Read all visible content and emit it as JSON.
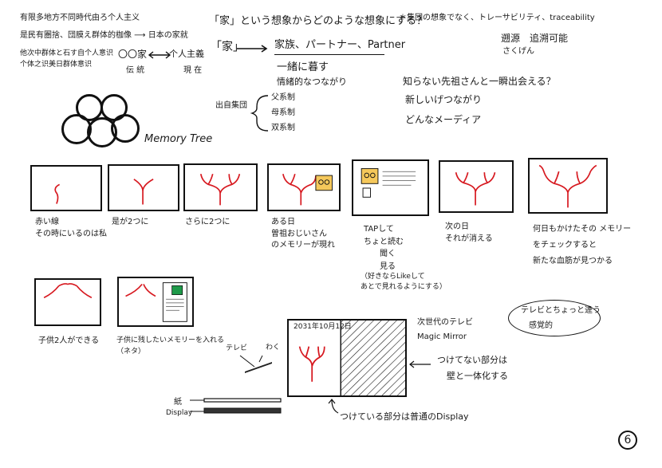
{
  "page_number": "6",
  "notes": {
    "left": [
      "有限多地方不同時代由ろ个人主义",
      "是民有圏捨、団膜え群体的枷像 ⟶ 日本の家就",
      "他次中群体と石す自个人意识",
      "个体之识美日群体意识"
    ],
    "family_scale": {
      "left_label": "〇〇家",
      "right_label": "个人主義",
      "bottom_left": "伝 統",
      "bottom_right": "現 在"
    },
    "question": "「家」という想象からどのような想象にする？",
    "ie_box": "「家」",
    "ie_result": "家族、パートナー、Partner",
    "ie_sub1": "一緒に暮す",
    "ie_sub2": "情緒的なつながり",
    "kinship": {
      "root": "出自集団",
      "items": [
        "父系制",
        "母系制",
        "双系制"
      ]
    },
    "right_top": "＊集団の想象でなく、トレーサビリティ、traceability",
    "right_top2": "遡源　追溯可能",
    "right_top3": "さくげん",
    "bullets": [
      "知らない先祖さんと一瞬出会える？",
      "新しいげつながり",
      "どんなメーディア"
    ]
  },
  "memory_tree_title": "Memory Tree",
  "panels": [
    {
      "caption": "赤い線\nその時にいるのは私"
    },
    {
      "caption": "是が2つに"
    },
    {
      "caption": "さらに2つに"
    },
    {
      "caption": "ある日\n曽祖おじいさん\nのメモリーが現れ",
      "label": "おじいさん"
    },
    {
      "caption": "TAPして\nちょと読む\n　　聞く\n　　見る"
    },
    {
      "caption": "次の日\nそれが消える"
    },
    {
      "caption": "何日もかけたその メモリー\nをチェックすると\n新たな血筋が見つかる"
    },
    {
      "caption": "子供2人ができる"
    },
    {
      "caption": "子供に残したいメモリーを入れる\n（ネタ）"
    }
  ],
  "bracket_note": "（好きならLikeして\nあとで見れるようにする）",
  "bubble_text": [
    "テレビとちょっと違う",
    "感覚的"
  ],
  "device": {
    "date": "2031年10月12日",
    "title1": "次世代のテレビ",
    "title2": "Magic Mirror",
    "note1": "つけてない部分は",
    "note2": "壁と一体化する",
    "bottom": "つけている部分は普通のDisplay"
  },
  "sketch_labels": {
    "tv": "テレビ",
    "frame": "わく",
    "paper": "紙",
    "display": "Display"
  }
}
